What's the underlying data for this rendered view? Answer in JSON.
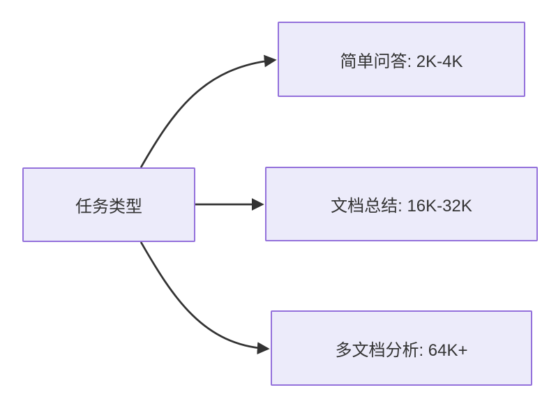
{
  "diagram": {
    "type": "flowchart",
    "direction": "left-to-right",
    "nodes": {
      "root": {
        "label": "任务类型"
      },
      "simple_qa": {
        "label": "简单问答: 2K-4K"
      },
      "doc_summary": {
        "label": "文档总结: 16K-32K"
      },
      "multi_doc": {
        "label": "多文档分析: 64K+"
      }
    },
    "edges": [
      {
        "from": "任务类型",
        "to": "简单问答: 2K-4K"
      },
      {
        "from": "任务类型",
        "to": "文档总结: 16K-32K"
      },
      {
        "from": "任务类型",
        "to": "多文档分析: 64K+"
      }
    ],
    "colors": {
      "background": "#FFFFFF",
      "node_fill": "#ECEBFA",
      "node_border": "#9370DB",
      "edge_line": "#333333",
      "text": "#333333"
    }
  }
}
